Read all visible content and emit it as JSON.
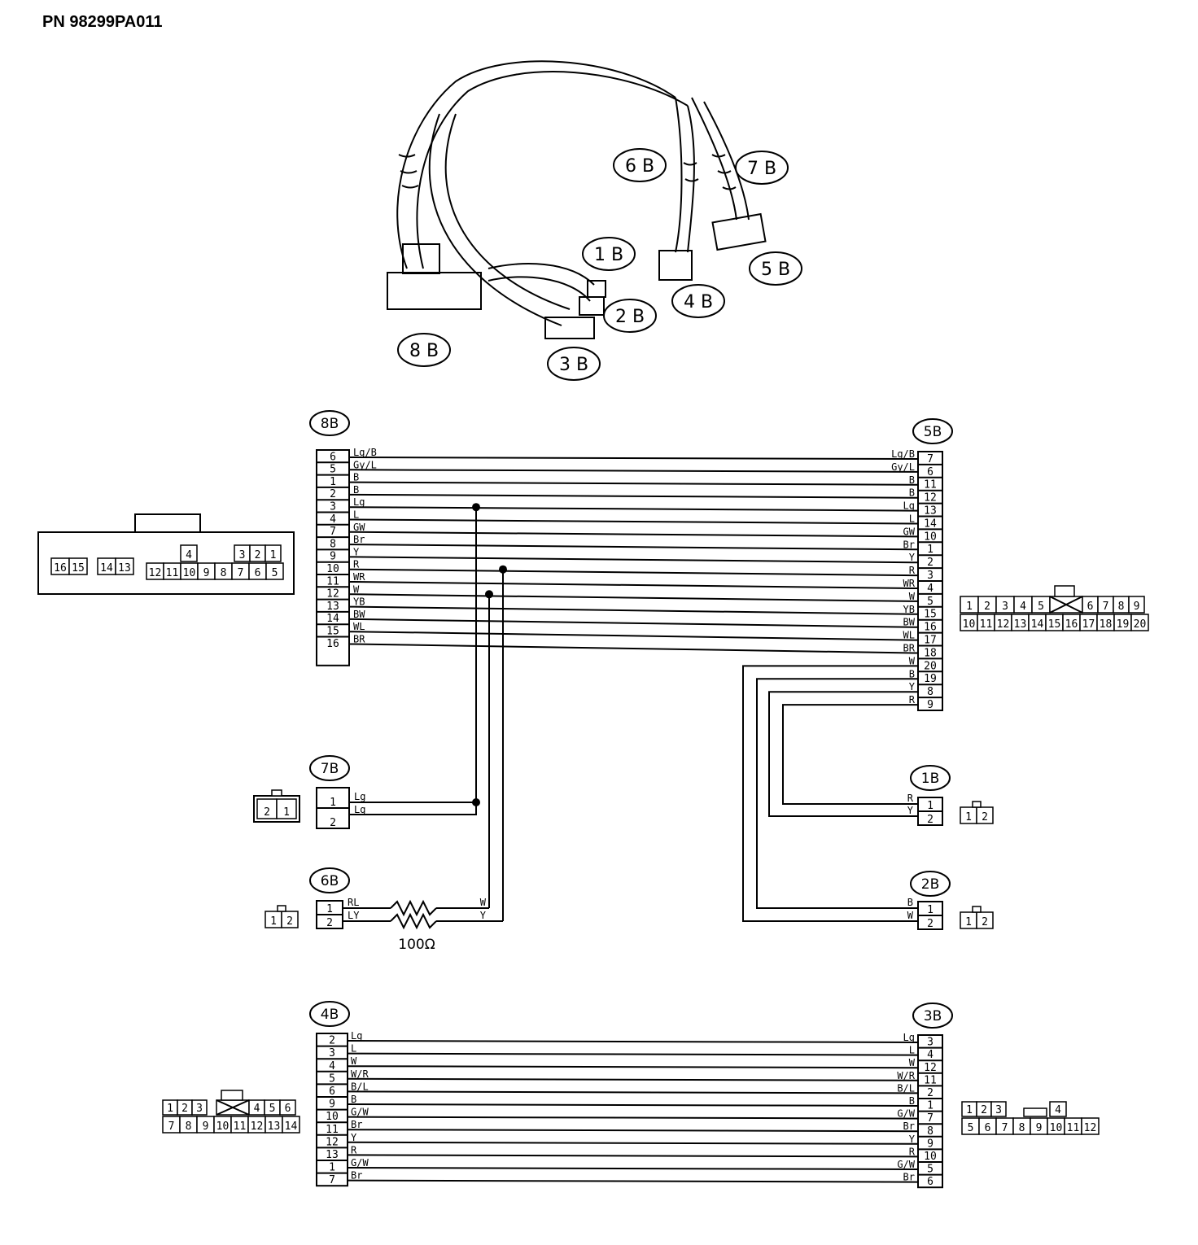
{
  "part_number": "PN 98299PA011",
  "harness_callouts": [
    "6 B",
    "7 B",
    "1 B",
    "5 B",
    "4 B",
    "2 B",
    "8 B",
    "3 B"
  ],
  "connectors": [
    {
      "id": "8B",
      "pins": [
        "6",
        "5",
        "1",
        "2",
        "3",
        "4",
        "7",
        "8",
        "9",
        "10",
        "11",
        "12",
        "13",
        "14",
        "15",
        "16"
      ]
    },
    {
      "id": "5B",
      "pins": [
        "7",
        "6",
        "11",
        "12",
        "13",
        "14",
        "10",
        "1",
        "2",
        "3",
        "4",
        "5",
        "15",
        "16",
        "17",
        "18",
        "20",
        "19",
        "8",
        "9"
      ]
    },
    {
      "id": "7B",
      "pins": [
        "1",
        "2"
      ]
    },
    {
      "id": "6B",
      "pins": [
        "1",
        "2"
      ]
    },
    {
      "id": "1B",
      "pins": [
        "1",
        "2"
      ]
    },
    {
      "id": "2B",
      "pins": [
        "1",
        "2"
      ]
    },
    {
      "id": "4B",
      "pins": [
        "2",
        "3",
        "4",
        "5",
        "6",
        "9",
        "10",
        "11",
        "12",
        "13",
        "1",
        "7"
      ]
    },
    {
      "id": "3B",
      "pins": [
        "3",
        "4",
        "12",
        "11",
        "2",
        "1",
        "7",
        "8",
        "9",
        "10",
        "5",
        "6"
      ]
    }
  ],
  "wires_8b_5b": {
    "left": [
      "Lg/B",
      "Gy/L",
      "B",
      "B",
      "Lg",
      "L",
      "GW",
      "Br",
      "Y",
      "R",
      "WR",
      "W",
      "YB",
      "BW",
      "WL",
      "BR"
    ],
    "right": [
      "Lg/B",
      "Gy/L",
      "B",
      "B",
      "Lg",
      "L",
      "GW",
      "Br",
      "Y",
      "R",
      "WR",
      "W",
      "YB",
      "BW",
      "WL",
      "BR",
      "W",
      "B",
      "Y",
      "R"
    ]
  },
  "wires_7b": [
    "Lg",
    "Lg"
  ],
  "wires_6b": {
    "left": [
      "RL",
      "LY"
    ],
    "right": [
      "W",
      "Y"
    ]
  },
  "resistor": "100Ω",
  "wires_1b": [
    "R",
    "Y"
  ],
  "wires_2b": [
    "B",
    "W"
  ],
  "wires_4b_3b": {
    "left": [
      "Lg",
      "L",
      "W",
      "W/R",
      "B/L",
      "B",
      "G/W",
      "Br",
      "Y",
      "R",
      "G/W",
      "Br"
    ],
    "right": [
      "Lg",
      "L",
      "W",
      "W/R",
      "B/L",
      "B",
      "G/W",
      "Br",
      "Y",
      "R",
      "G/W",
      "Br"
    ]
  },
  "face_8b": {
    "top": [
      "4",
      "3",
      "2",
      "1"
    ],
    "bottom_left": [
      "16",
      "15"
    ],
    "bottom_mid": [
      "14",
      "13"
    ],
    "bottom": [
      "12",
      "11",
      "10",
      "9",
      "8",
      "7",
      "6",
      "5"
    ]
  },
  "face_5b": {
    "top": [
      "1",
      "2",
      "3",
      "4",
      "5",
      "6",
      "7",
      "8",
      "9"
    ],
    "bottom": [
      "10",
      "11",
      "12",
      "13",
      "14",
      "15",
      "16",
      "17",
      "18",
      "19",
      "20"
    ]
  },
  "face_7b": [
    "2",
    "1"
  ],
  "face_6b": [
    "1",
    "2"
  ],
  "face_1b": [
    "1",
    "2"
  ],
  "face_2b": [
    "1",
    "2"
  ],
  "face_4b": {
    "top": [
      "1",
      "2",
      "3",
      "4",
      "5",
      "6"
    ],
    "bottom": [
      "7",
      "8",
      "9",
      "10",
      "11",
      "12",
      "13",
      "14"
    ]
  },
  "face_3b": {
    "top": [
      "1",
      "2",
      "3",
      "4"
    ],
    "bottom": [
      "5",
      "6",
      "7",
      "8",
      "9",
      "10",
      "11",
      "12"
    ]
  }
}
